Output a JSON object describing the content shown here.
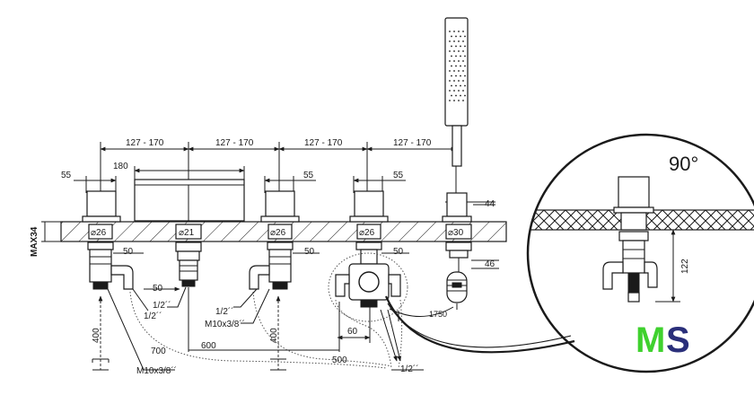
{
  "dimensions": {
    "spacing": [
      "127 - 170",
      "127 - 170",
      "127 - 170",
      "127 - 170"
    ],
    "spout_width": "180",
    "handle_55_a": "55",
    "handle_55_b": "55",
    "handle_55_c": "55",
    "handle_44": "44",
    "max_thickness": "MAX34",
    "dia_26_a": "⌀26",
    "dia_21": "⌀21",
    "dia_26_b": "⌀26",
    "dia_26_c": "⌀26",
    "dia_30": "⌀30",
    "dim_50_a": "50",
    "dim_50_b": "50",
    "dim_50_c": "50",
    "dim_50_d": "50",
    "dim_46": "46",
    "dim_1750": "1750",
    "dim_60": "60",
    "dim_600": "600",
    "dim_700": "700",
    "dim_500": "500",
    "dim_400_a": "400",
    "dim_400_b": "400",
    "half_a": "1/2´´",
    "half_b": "1/2´´",
    "half_c": "1/2´´",
    "half_d": "1/2´´",
    "m10_a": "M10x3/8´´",
    "m10_b": "M10x3/8´´"
  },
  "detail": {
    "angle": "90°",
    "height": "122"
  },
  "logo": {
    "m": "M",
    "s": "S"
  }
}
